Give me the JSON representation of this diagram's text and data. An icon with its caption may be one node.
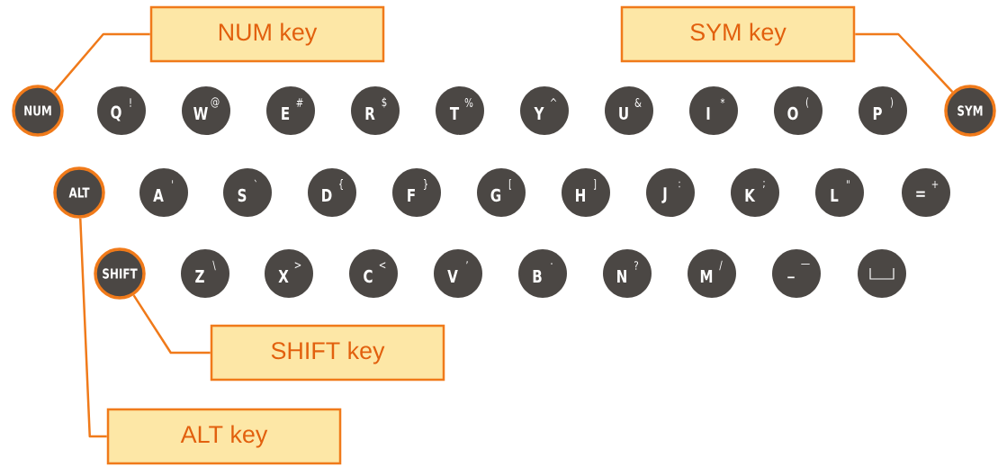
{
  "diagram": {
    "nodes": [
      {
        "text": [
          "NUM key"
        ]
      },
      {
        "text": [
          "SYM key"
        ]
      },
      {
        "text": [
          "NUM"
        ]
      },
      {
        "text": [
          "Q",
          "!"
        ]
      },
      {
        "text": [
          "W",
          "@"
        ]
      },
      {
        "text": [
          "E",
          "#"
        ]
      },
      {
        "text": [
          "R",
          "$"
        ]
      },
      {
        "text": [
          "T",
          "%"
        ]
      },
      {
        "text": [
          "Y",
          "^"
        ]
      },
      {
        "text": [
          "U",
          "&"
        ]
      },
      {
        "text": [
          "I",
          "*"
        ]
      },
      {
        "text": [
          "O",
          "("
        ]
      },
      {
        "text": [
          "P",
          ")"
        ]
      },
      {
        "text": [
          "SYM"
        ]
      },
      {
        "text": [
          "ALT"
        ]
      },
      {
        "text": [
          "A",
          "'"
        ]
      },
      {
        "text": [
          "S",
          "`"
        ]
      },
      {
        "text": [
          "D",
          "{"
        ]
      },
      {
        "text": [
          "F",
          "}"
        ]
      },
      {
        "text": [
          "G",
          "["
        ]
      },
      {
        "text": [
          "H",
          "]"
        ]
      },
      {
        "text": [
          "J",
          ":"
        ]
      },
      {
        "text": [
          "K",
          ";"
        ]
      },
      {
        "text": [
          "L",
          "\""
        ]
      },
      {
        "text": [
          "=",
          "+"
        ]
      },
      {
        "text": [
          "SHIFT"
        ]
      },
      {
        "text": [
          "Z",
          "\\"
        ]
      },
      {
        "text": [
          "X",
          ">"
        ]
      },
      {
        "text": [
          "C",
          "<"
        ]
      },
      {
        "text": [
          "V",
          "’"
        ]
      },
      {
        "text": [
          "B",
          "·"
        ]
      },
      {
        "text": [
          "N",
          "?"
        ]
      },
      {
        "text": [
          "M",
          "/"
        ]
      },
      {
        "text": [
          "_",
          "—"
        ]
      },
      {
        "text": [],
        "shape": "circle"
      },
      {
        "text": [
          "SHIFT key"
        ]
      },
      {
        "text": [
          "ALT key"
        ]
      }
    ],
    "edges": [
      {
        "from": 0,
        "to": 2,
        "arrow": "none"
      },
      {
        "from": 1,
        "to": 13,
        "arrow": "none"
      },
      {
        "from": 35,
        "to": 25,
        "arrow": "none"
      },
      {
        "from": 36,
        "to": 14,
        "arrow": "none"
      }
    ]
  }
}
